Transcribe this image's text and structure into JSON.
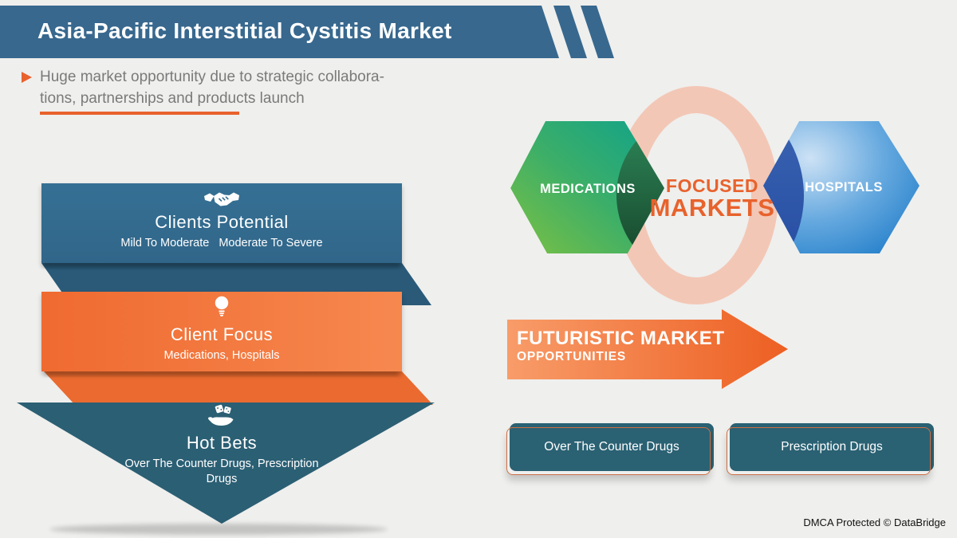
{
  "header": {
    "title": "Asia-Pacific Interstitial Cystitis Market"
  },
  "intro": {
    "lines": [
      "Huge market opportunity due to strategic collabora-",
      "tions, partnerships and products launch"
    ]
  },
  "funnel": {
    "levels": [
      {
        "id": "clients-potential",
        "icon": "handshake-icon",
        "title": "Clients Potential",
        "subtitle_segments": [
          "Mild To Moderate",
          "Moderate To Severe"
        ]
      },
      {
        "id": "client-focus",
        "icon": "lightbulb-icon",
        "title": "Client Focus",
        "subtitle": "Medications, Hospitals"
      },
      {
        "id": "hot-bets",
        "icon": "hand-pills-icon",
        "title": "Hot Bets",
        "subtitle": "Over The Counter Drugs, Prescription Drugs"
      }
    ]
  },
  "focus_diagram": {
    "left_hexagon": {
      "label": "MEDICATIONS"
    },
    "right_hexagon": {
      "label": "HOSPITALS"
    },
    "center_label": {
      "line1": "FOCUSED",
      "line2": "MARKETS"
    }
  },
  "future_arrow": {
    "line1": "FUTURISTIC MARKET",
    "line2": "OPPORTUNITIES"
  },
  "category_buttons": [
    {
      "label": "Over The Counter Drugs"
    },
    {
      "label": "Prescription Drugs"
    }
  ],
  "footer": {
    "text": "DMCA Protected © DataBridge"
  },
  "colors": {
    "background": "#efefed",
    "banner_blue": "#38688e",
    "funnel_bar_blue": "#346b90",
    "funnel_chevron_blue": "#2a5a78",
    "funnel_orange": "#f2703a",
    "accent_orange": "#e8622d",
    "funnel_triangle_teal": "#2b5f74",
    "ring_salmon": "#f3c7b6",
    "hex_green_light": "#7cc142",
    "hex_green_teal": "#0ea28b",
    "hex_green_overlap": "#1d5b3c",
    "hex_blue_light": "#cde2f5",
    "hex_blue_deep": "#0a6fc2",
    "hex_blue_overlap": "#2b53a5",
    "button_teal": "#2a6173",
    "button_outline_orange": "#ce6f44",
    "intro_text_gray": "#7a7a7a"
  }
}
